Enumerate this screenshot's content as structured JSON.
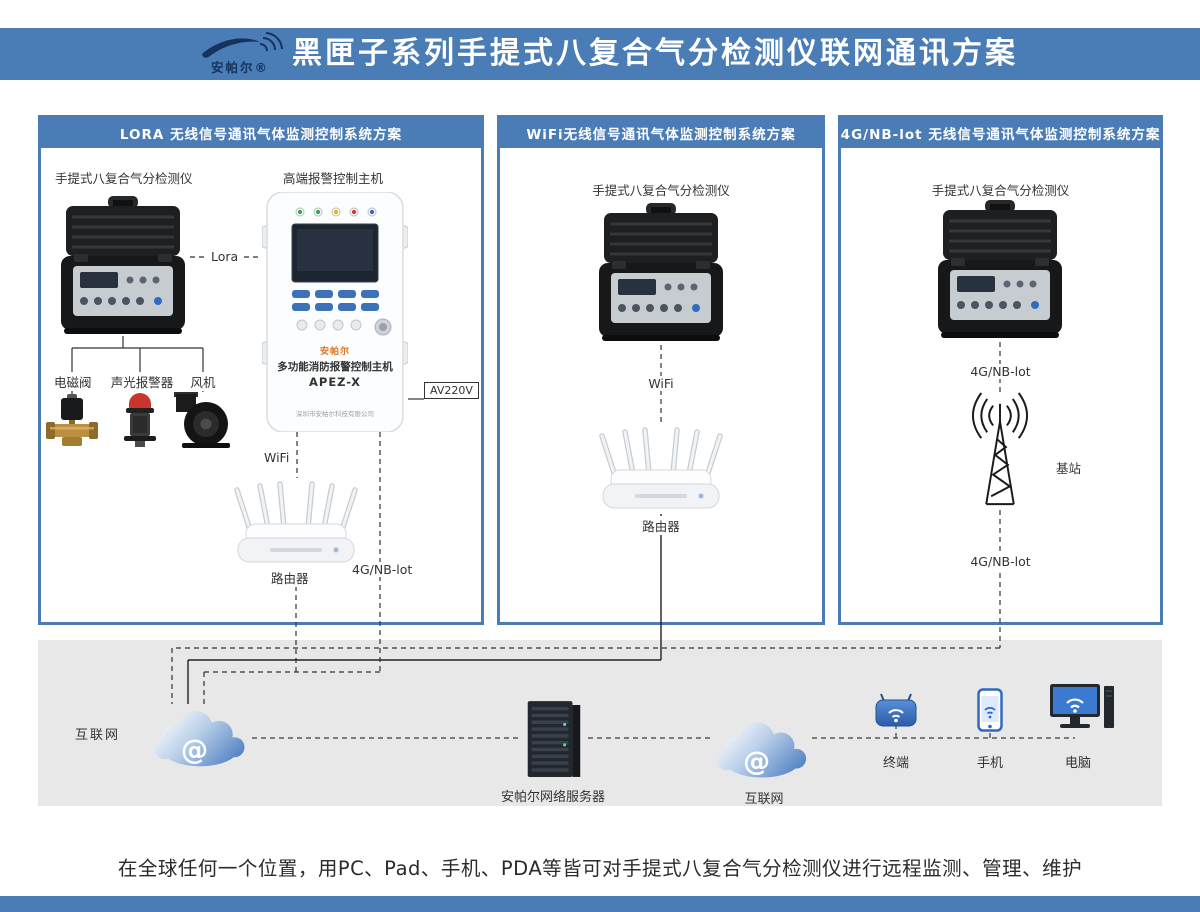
{
  "header": {
    "logo_text": "安帕尔®",
    "title": "黑匣子系列手提式八复合气分检测仪联网通讯方案"
  },
  "panels": {
    "lora": {
      "title": "LORA 无线信号通讯气体监测控制系统方案",
      "detector_label": "手提式八复合气分检测仪",
      "host_label": "高端报警控制主机",
      "link_label": "Lora",
      "valve_label": "电磁阀",
      "alarm_label": "声光报警器",
      "fan_label": "风机",
      "power_label": "AV220V",
      "wifi_label": "WiFi",
      "router_label": "路由器",
      "nb_label": "4G/NB-lot",
      "host_device": {
        "brand": "安帕尔",
        "title": "多功能消防报警控制主机",
        "model": "APEZ-X",
        "company": "深圳市安帕尔科技有限公司"
      }
    },
    "wifi": {
      "title": "WiFi无线信号通讯气体监测控制系统方案",
      "detector_label": "手提式八复合气分检测仪",
      "wifi_label": "WiFi",
      "router_label": "路由器"
    },
    "nb": {
      "title": "4G/NB-lot 无线信号通讯气体监测控制系统方案",
      "detector_label": "手提式八复合气分检测仪",
      "nb_label_top": "4G/NB-lot",
      "station_label": "基站",
      "nb_label_bottom": "4G/NB-lot"
    }
  },
  "band": {
    "internet_left": "互联网",
    "at_symbol": "@",
    "server_label": "安帕尔网络服务器",
    "internet_right": "互联网",
    "terminal_label": "终端",
    "phone_label": "手机",
    "computer_label": "电脑"
  },
  "footer": {
    "note": "在全球任何一个位置，用PC、Pad、手机、PDA等皆可对手提式八复合气分检测仪进行远程监测、管理、维护"
  },
  "colors": {
    "accent": "#4a7cb5",
    "band_bg": "#e8e8e8",
    "brand_navy": "#16335f",
    "brand_orange": "#e0761e"
  }
}
